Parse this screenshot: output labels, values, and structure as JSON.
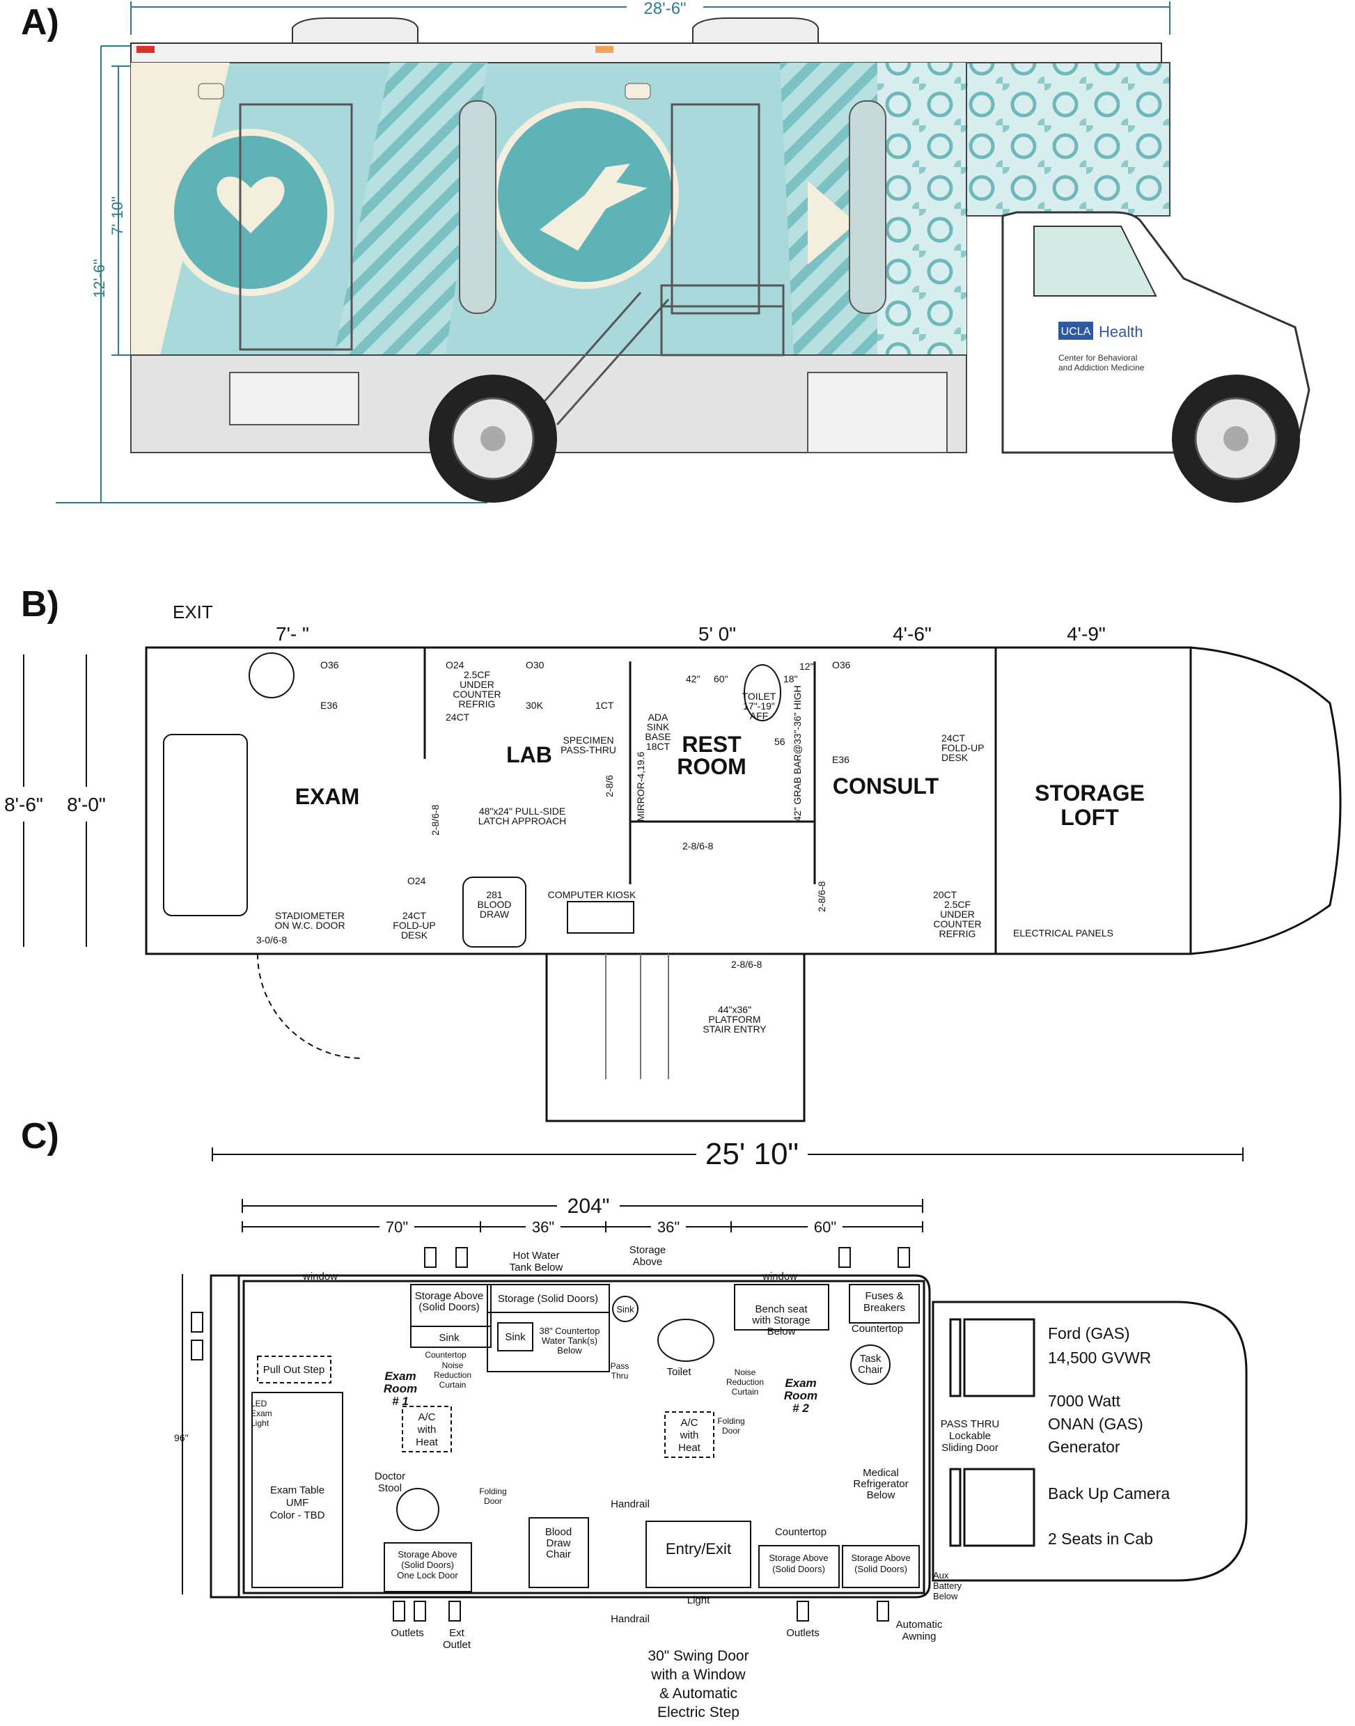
{
  "panels": {
    "a": "A)",
    "b": "B)",
    "c": "C)"
  },
  "a": {
    "length": "28'-6\"",
    "height_total": "12'-6\"",
    "height_body": "7'-10\"",
    "brand": "UCLA",
    "brand_health": "Health",
    "dept_line1": "Center for Behavioral",
    "dept_line2": "and Addiction Medicine",
    "colors": {
      "wrap": "#a9d9da",
      "wrap_dark": "#5fb2b6",
      "cream": "#f3efdc",
      "dim": "#2a7d8c"
    }
  },
  "b": {
    "exit": "EXIT",
    "dims": {
      "d1": "7'-  \"",
      "d2": "5'  0\"",
      "d3": "4'-6\"",
      "d4": "4'-9\"",
      "w1": "8'-6\"",
      "w2": "8'-0\""
    },
    "rooms": {
      "exam": "EXAM",
      "lab": "LAB",
      "rest1": "REST",
      "rest2": "ROOM",
      "consult": "CONSULT",
      "storage1": "STORAGE",
      "storage2": "LOFT"
    },
    "labels": {
      "o36a": "O36",
      "e36a": "E36",
      "o24a": "O24",
      "refrig1": "2.5CF",
      "refrig2": "UNDER",
      "refrig3": "COUNTER",
      "refrig4": "REFRIG",
      "ct24a": "24CT",
      "o30": "O30",
      "k30": "30K",
      "ct1": "1CT",
      "spec1": "SPECIMEN",
      "spec2": "PASS-THRU",
      "ada1": "ADA",
      "ada2": "SINK",
      "ada3": "BASE",
      "ada4": "18CT",
      "n42": "42\"",
      "n60": "60\"",
      "n18": "18\"",
      "n12": "12\"",
      "n56": "56",
      "toilet1": "TOILET",
      "toilet2": "17\"-19\"",
      "toilet3": "AFF",
      "mirror": "MIRROR-4,19.6",
      "grab": "42\" GRAB BAR@33\"-36\" HIGH",
      "d286a": "2-8/6",
      "o36b": "O36",
      "e36b": "E36",
      "desk1": "24CT",
      "desk2": "FOLD-UP",
      "desk3": "DESK",
      "pull1": "48\"x24\" PULL-SIDE",
      "pull2": "LATCH APPROACH",
      "d2868a": "2-8/6-8",
      "d2868b": "2-8/6-8",
      "d2868c": "2-8/6-8",
      "o24b": "O24",
      "fold1": "24CT",
      "fold2": "FOLD-UP",
      "fold3": "DESK",
      "stadio1": "STADIOMETER",
      "stadio2": "ON W.C. DOOR",
      "door306": "3-0/6-8",
      "blood1": "281",
      "blood2": "BLOOD",
      "blood3": "DRAW",
      "kiosk": "COMPUTER KIOSK",
      "ref20a": "20CT",
      "ref20b": "2.5CF",
      "ref20c": "UNDER",
      "ref20d": "COUNTER",
      "ref20e": "REFRIG",
      "elec": "ELECTRICAL PANELS",
      "d2868d": "2-8/6-8",
      "plat1": "44\"x36\"",
      "plat2": "PLATFORM",
      "plat3": "STAIR ENTRY"
    }
  },
  "c": {
    "dims": {
      "overall": "25' 10\"",
      "body": "204\"",
      "s1": "70\"",
      "s2": "36\"",
      "s3": "36\"",
      "s4": "60\"",
      "height": "96\""
    },
    "labels": {
      "hotwater1": "Hot Water",
      "hotwater2": "Tank Below",
      "storage_above1": "Storage",
      "storage_above2": "Above",
      "window1": "window",
      "window2": "window",
      "sa1": "Storage Above",
      "sa2": "(Solid Doors)",
      "sink1": "Sink",
      "countertop1": "Countertop",
      "storage_solid": "Storage  (Solid Doors)",
      "sink2": "Sink",
      "ct38a": "38\" Countertop",
      "ct38b": "Water Tank(s)",
      "ct38c": "Below",
      "sink3": "Sink",
      "passthru1": "Pass",
      "passthru2": "Thru",
      "toilet": "Toilet",
      "noise1a": "Noise",
      "noise1b": "Reduction",
      "noise1c": "Curtain",
      "noise2a": "Noise",
      "noise2b": "Reduction",
      "noise2c": "Curtain",
      "bench1": "Bench seat",
      "bench2": "with Storage",
      "bench3": "Below",
      "fuses1": "Fuses &",
      "fuses2": "Breakers",
      "countertop2": "Countertop",
      "task1": "Task",
      "task2": "Chair",
      "pullout": "Pull Out Step",
      "led1": "LED",
      "led2": "Exam",
      "led3": "Light",
      "exam1a": "Exam",
      "exam1b": "Room",
      "exam1c": "# 1",
      "exam2a": "Exam",
      "exam2b": "Room",
      "exam2c": "# 2",
      "ac1a": "A/C",
      "ac1b": "with",
      "ac1c": "Heat",
      "ac2a": "A/C",
      "ac2b": "with",
      "ac2c": "Heat",
      "folding1a": "Folding",
      "folding1b": "Door",
      "folding2a": "Folding",
      "folding2b": "Door",
      "table1": "Exam Table",
      "table2": "UMF",
      "table3": "Color - TBD",
      "stool1": "Doctor",
      "stool2": "Stool",
      "sal1": "Storage  Above",
      "sal2": "(Solid Doors)",
      "sal3": "One Lock Door",
      "handrail1": "Handrail",
      "handrail2": "Handrail",
      "bd1": "Blood",
      "bd2": "Draw",
      "bd3": "Chair",
      "entry": "Entry/Exit",
      "light": "Light",
      "countertop3": "Countertop",
      "med1": "Medical",
      "med2": "Refrigerator",
      "med3": "Below",
      "sb1a": "Storage Above",
      "sb1b": "(Solid Doors)",
      "sb2a": "Storage Above",
      "sb2b": "(Solid Doors)",
      "aux1": "Aux",
      "aux2": "Battery",
      "aux3": "Below",
      "outlets1": "Outlets",
      "ext1": "Ext",
      "ext2": "Outlet",
      "outlets2": "Outlets",
      "awning1": "Automatic",
      "awning2": "Awning",
      "swing1": "30\" Swing Door",
      "swing2": "with a Window",
      "swing3": "& Automatic",
      "swing4": "Electric Step",
      "pass1": "PASS  THRU",
      "pass2": "Lockable",
      "pass3": "Sliding Door",
      "cab1": "Ford  (GAS)",
      "cab2": "14,500  GVWR",
      "cab3": "7000  Watt",
      "cab4": "ONAN  (GAS)",
      "cab5": "Generator",
      "cab6": "Back  Up  Camera",
      "cab7": "2  Seats  in  Cab"
    }
  }
}
